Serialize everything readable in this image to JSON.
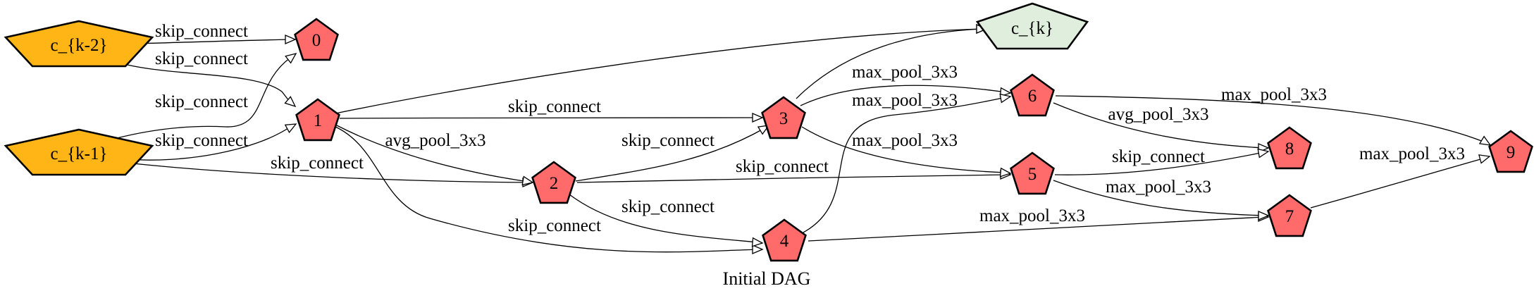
{
  "caption": "Initial DAG",
  "colors": {
    "input_node": "#ffb515",
    "op_node": "#ff6b6b",
    "output_node": "#e0eedd",
    "stroke": "#000000"
  },
  "nodes": [
    {
      "id": "ck2",
      "label": "c_{k-2}",
      "kind": "input"
    },
    {
      "id": "ck1",
      "label": "c_{k-1}",
      "kind": "input"
    },
    {
      "id": "n0",
      "label": "0",
      "kind": "op"
    },
    {
      "id": "n1",
      "label": "1",
      "kind": "op"
    },
    {
      "id": "n2",
      "label": "2",
      "kind": "op"
    },
    {
      "id": "n3",
      "label": "3",
      "kind": "op"
    },
    {
      "id": "n4",
      "label": "4",
      "kind": "op"
    },
    {
      "id": "n5",
      "label": "5",
      "kind": "op"
    },
    {
      "id": "n6",
      "label": "6",
      "kind": "op"
    },
    {
      "id": "n7",
      "label": "7",
      "kind": "op"
    },
    {
      "id": "n8",
      "label": "8",
      "kind": "op"
    },
    {
      "id": "n9",
      "label": "9",
      "kind": "op"
    },
    {
      "id": "ck",
      "label": "c_{k}",
      "kind": "output"
    }
  ],
  "edges": [
    {
      "id": "e-ck2-0",
      "from": "ck2",
      "to": "n0",
      "label": "skip_connect"
    },
    {
      "id": "e-ck2-1",
      "from": "ck2",
      "to": "n1",
      "label": "skip_connect"
    },
    {
      "id": "e-ck1-0",
      "from": "ck1",
      "to": "n0",
      "label": "skip_connect"
    },
    {
      "id": "e-ck1-1",
      "from": "ck1",
      "to": "n1",
      "label": "skip_connect"
    },
    {
      "id": "e-ck1-2",
      "from": "ck1",
      "to": "n2",
      "label": "skip_connect"
    },
    {
      "id": "e-1-2",
      "from": "n1",
      "to": "n2",
      "label": "avg_pool_3x3"
    },
    {
      "id": "e-1-3",
      "from": "n1",
      "to": "n3",
      "label": "skip_connect"
    },
    {
      "id": "e-1-4",
      "from": "n1",
      "to": "n4",
      "label": "skip_connect"
    },
    {
      "id": "e-1-ck",
      "from": "n1",
      "to": "ck",
      "label": ""
    },
    {
      "id": "e-2-3",
      "from": "n2",
      "to": "n3",
      "label": "skip_connect"
    },
    {
      "id": "e-2-4",
      "from": "n2",
      "to": "n4",
      "label": "skip_connect"
    },
    {
      "id": "e-2-5",
      "from": "n2",
      "to": "n5",
      "label": "skip_connect"
    },
    {
      "id": "e-3-ck",
      "from": "n3",
      "to": "ck",
      "label": ""
    },
    {
      "id": "e-3-6",
      "from": "n3",
      "to": "n6",
      "label": "max_pool_3x3"
    },
    {
      "id": "e-3-5",
      "from": "n3",
      "to": "n5",
      "label": "max_pool_3x3"
    },
    {
      "id": "e-4-6",
      "from": "n4",
      "to": "n6",
      "label": "max_pool_3x3"
    },
    {
      "id": "e-4-7",
      "from": "n4",
      "to": "n7",
      "label": "max_pool_3x3"
    },
    {
      "id": "e-6-8",
      "from": "n6",
      "to": "n8",
      "label": "avg_pool_3x3"
    },
    {
      "id": "e-6-9",
      "from": "n6",
      "to": "n9",
      "label": "max_pool_3x3"
    },
    {
      "id": "e-5-8",
      "from": "n5",
      "to": "n8",
      "label": "skip_connect"
    },
    {
      "id": "e-5-7",
      "from": "n5",
      "to": "n7",
      "label": "max_pool_3x3"
    },
    {
      "id": "e-7-9",
      "from": "n7",
      "to": "n9",
      "label": "max_pool_3x3"
    }
  ]
}
